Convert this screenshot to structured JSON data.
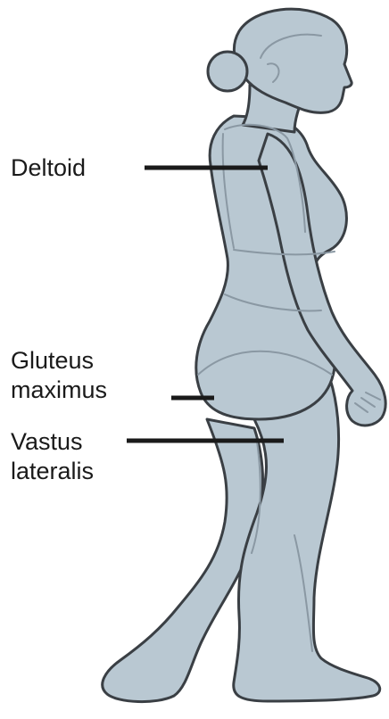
{
  "labels": {
    "deltoid": "Deltoid",
    "gluteus_line1": "Gluteus",
    "gluteus_line2": "maximus",
    "vastus_line1": "Vastus",
    "vastus_line2": "lateralis"
  },
  "colors": {
    "skin_fill": "#b9c8d2",
    "outline": "#3a3f44",
    "detail_line": "#8a98a3",
    "leader": "#1a1a1a"
  }
}
